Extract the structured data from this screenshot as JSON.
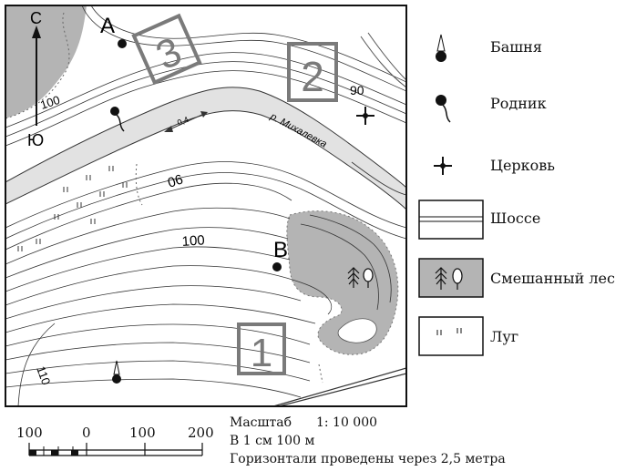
{
  "map": {
    "points": {
      "a": "А",
      "b": "В"
    },
    "squares": {
      "one": "1",
      "two": "2",
      "three": "3"
    },
    "compass": {
      "north": "С",
      "south": "Ю"
    },
    "contours": {
      "c100_top": "100",
      "c90_left": "06",
      "c90_right": "90",
      "c100_mid": "100",
      "c110": "110"
    },
    "river": {
      "name": "р. Михалевка",
      "flow": "0,4"
    }
  },
  "legend": {
    "items": [
      {
        "icon": "tower-icon",
        "label": "Башня"
      },
      {
        "icon": "spring-icon",
        "label": "Родник"
      },
      {
        "icon": "church-icon",
        "label": "Церковь"
      },
      {
        "icon": "highway-icon",
        "label": "Шоссе"
      },
      {
        "icon": "mixed-forest-icon",
        "label": "Смешанный лес"
      },
      {
        "icon": "meadow-icon",
        "label": "Луг"
      }
    ]
  },
  "scale_bar": {
    "ticks": [
      "100",
      "0",
      "100",
      "200"
    ],
    "scale_label": "Масштаб",
    "scale_value": "1: 10 000",
    "cm_note": "В 1 см 100 м",
    "contour_note": "Горизонтали проведены через 2,5 метра"
  },
  "colors": {
    "forest": "#b4b4b4",
    "water": "#e2e2e2",
    "square_border": "#7a7a7a",
    "line": "#2a2a2a"
  }
}
